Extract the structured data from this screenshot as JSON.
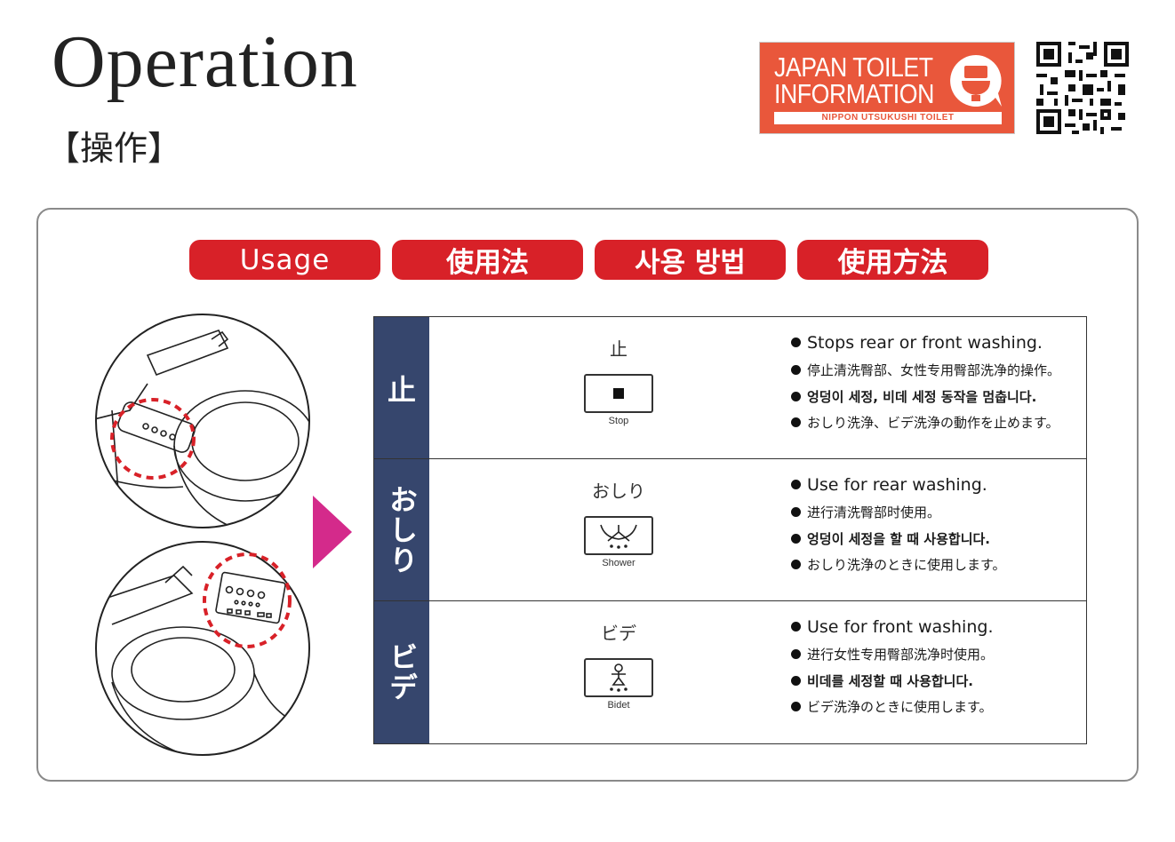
{
  "header": {
    "title": "Operation",
    "subtitle": "【操作】",
    "logo": {
      "line1": "JAPAN TOILET",
      "line2": "INFORMATION",
      "tagline": "NIPPON UTSUKUSHI TOILET",
      "color": "#e9573b"
    },
    "qr_icon": "qr-code"
  },
  "tabs": [
    {
      "label": "Usage"
    },
    {
      "label": "使用法"
    },
    {
      "label": "사용 방법"
    },
    {
      "label": "使用方法"
    }
  ],
  "colors": {
    "tab_red": "#d82128",
    "side_navy": "#36466d",
    "arrow_magenta": "#d42a8b",
    "callout_red": "#d82128"
  },
  "rows": [
    {
      "side_label": "止",
      "jp_label": "止",
      "button_icon": "stop-square-icon",
      "button_label": "Stop",
      "bullets": {
        "en": "Stops rear or front washing.",
        "zh": "停止清洗臀部、女性专用臀部洗净的操作。",
        "ko": "엉덩이 세정, 비데 세정 동작을 멈춥니다.",
        "ja": "おしり洗浄、ビデ洗浄の動作を止めます。"
      }
    },
    {
      "side_label": "おしり",
      "jp_label": "おしり",
      "button_icon": "rear-shower-icon",
      "button_label": "Shower",
      "bullets": {
        "en": "Use for rear washing.",
        "zh": "进行清洗臀部时使用。",
        "ko": "엉덩이 세정을 할 때 사용합니다.",
        "ja": "おしり洗浄のときに使用します。"
      }
    },
    {
      "side_label": "ビデ",
      "jp_label": "ビデ",
      "button_icon": "bidet-icon",
      "button_label": "Bidet",
      "bullets": {
        "en": "Use for front washing.",
        "zh": "进行女性专用臀部洗净时使用。",
        "ko": "비데를 세정할 때 사용합니다.",
        "ja": "ビデ洗浄のときに使用します。"
      }
    }
  ]
}
